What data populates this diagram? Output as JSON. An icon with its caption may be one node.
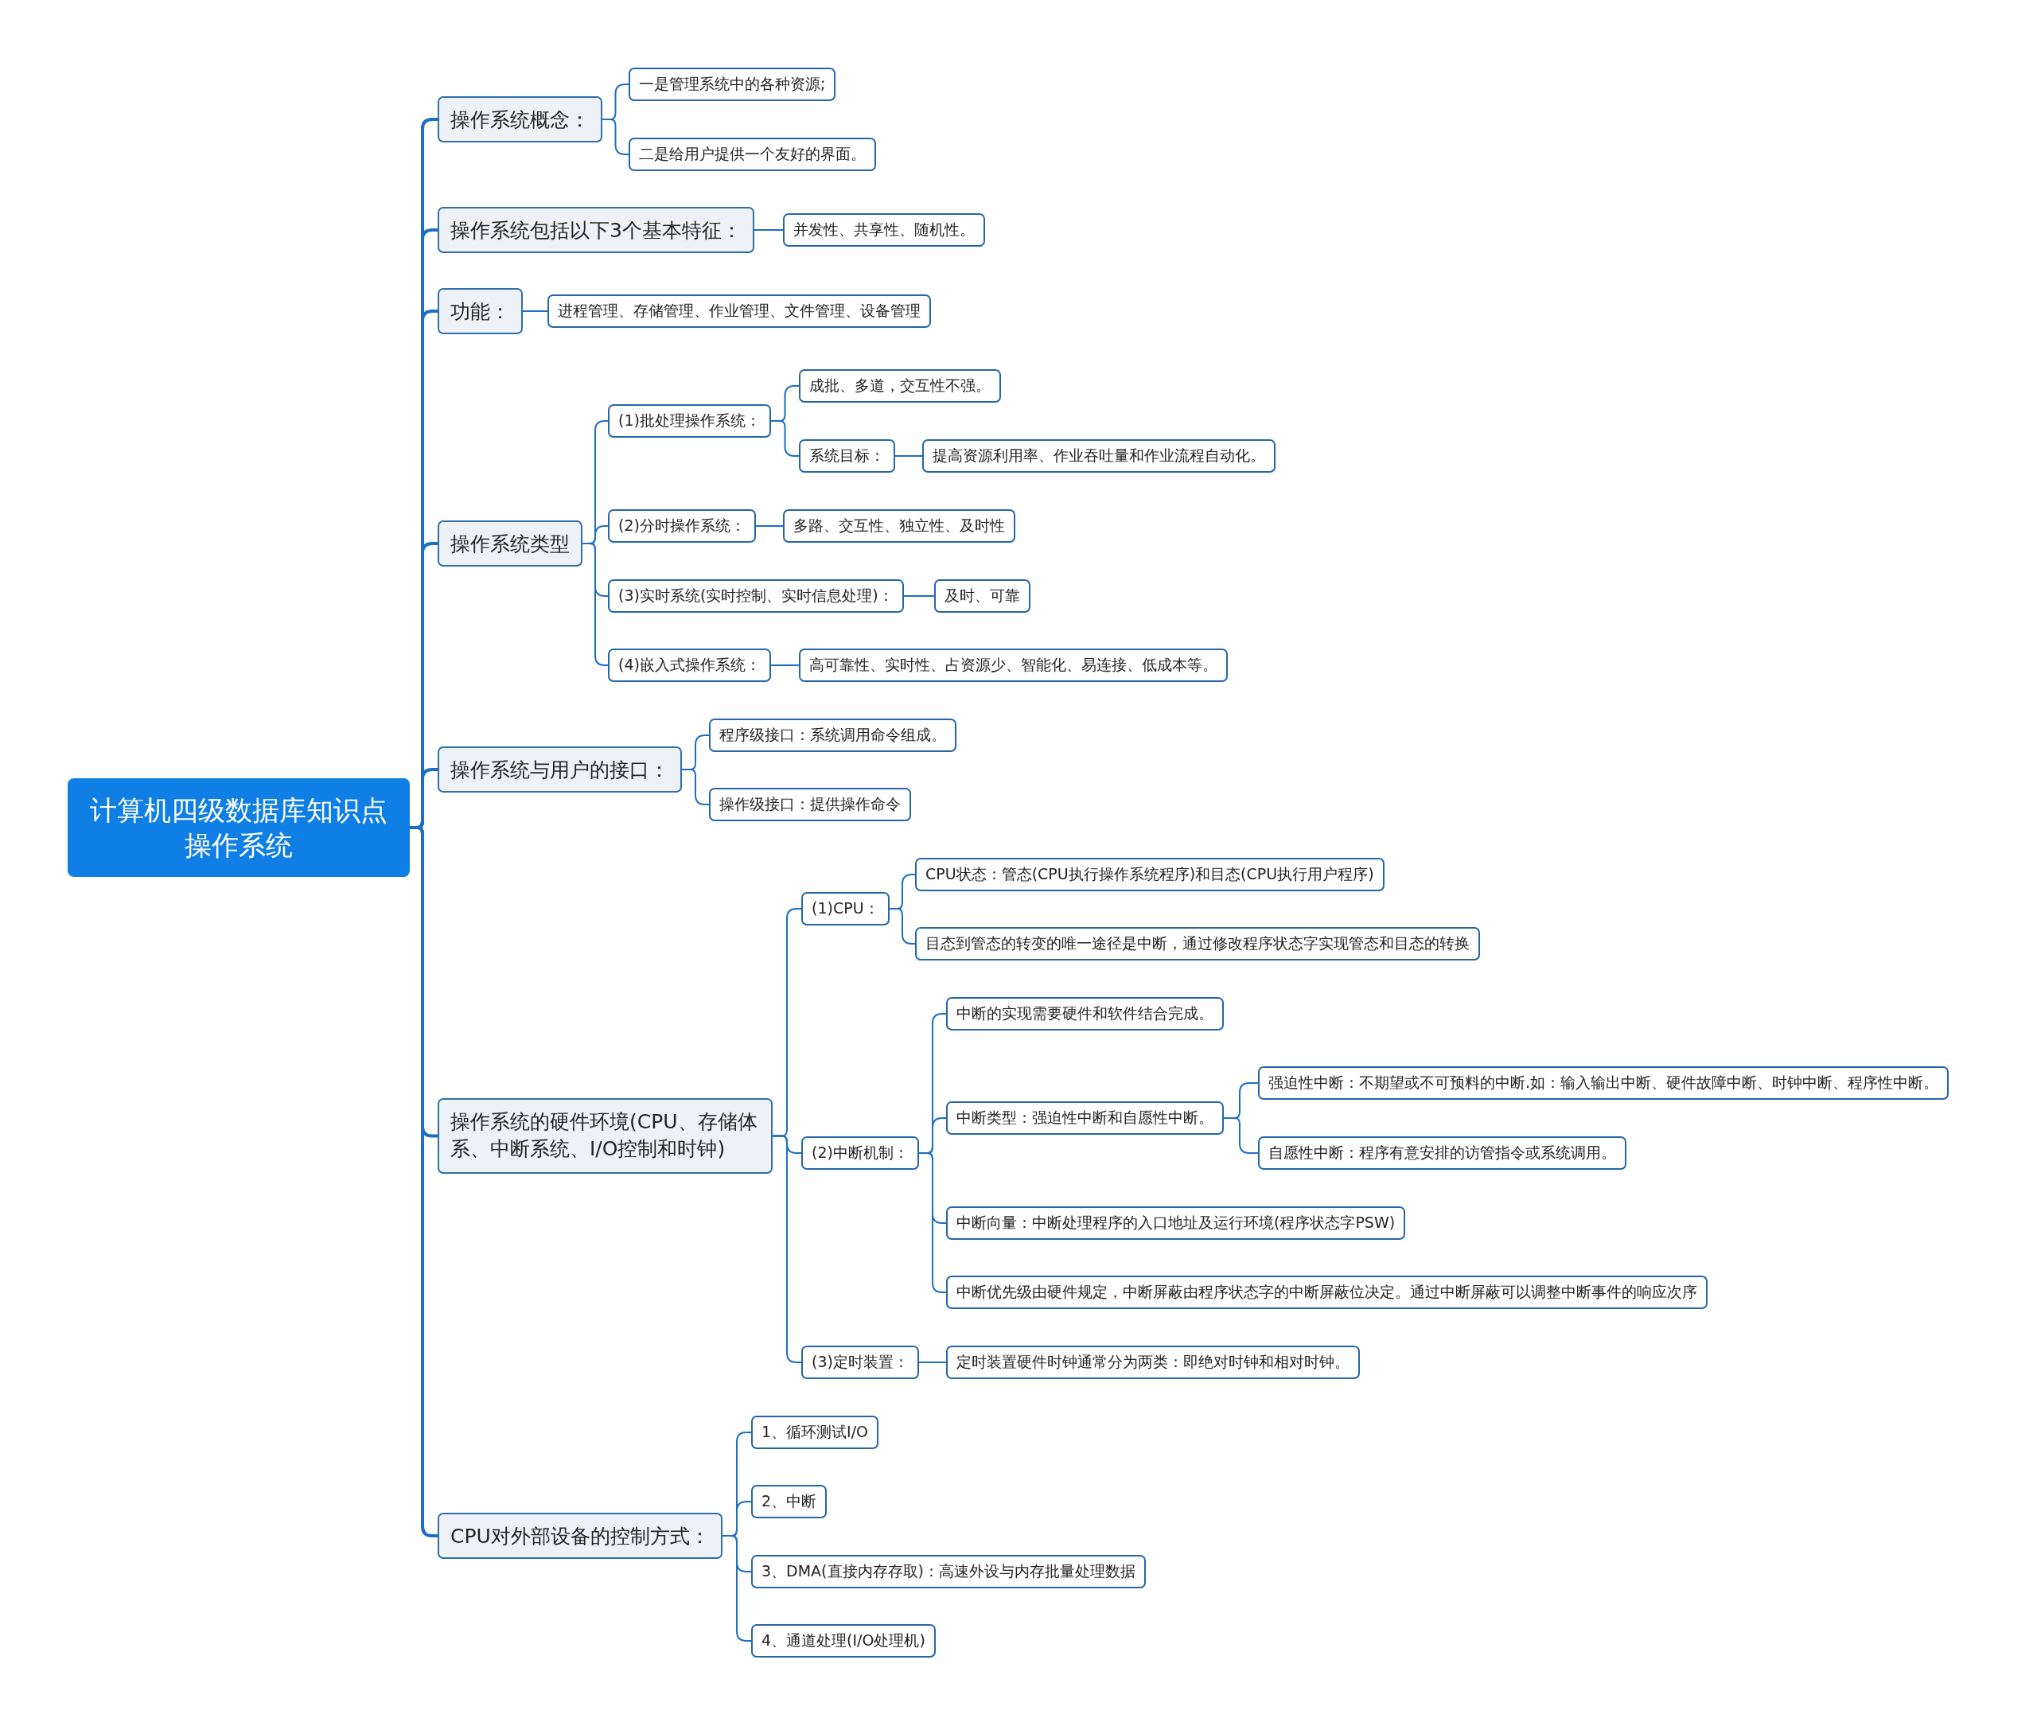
{
  "diagram": {
    "nodes": [
      {
        "text": [
          "计算机四级数据库知识点操作系统"
        ]
      },
      {
        "text": [
          "操作系统概念："
        ]
      },
      {
        "text": [
          "一是管理系统中的各种资源;"
        ]
      },
      {
        "text": [
          "二是给用户提供一个友好的界面。"
        ]
      },
      {
        "text": [
          "操作系统包括以下3个基本特征："
        ]
      },
      {
        "text": [
          "并发性、共享性、随机性。"
        ]
      },
      {
        "text": [
          "功能："
        ]
      },
      {
        "text": [
          "进程管理、存储管理、作业管理、文件管理、设备管理"
        ]
      },
      {
        "text": [
          "操作系统类型"
        ]
      },
      {
        "text": [
          "(1)批处理操作系统："
        ]
      },
      {
        "text": [
          "成批、多道，交互性不强。"
        ]
      },
      {
        "text": [
          "系统目标："
        ]
      },
      {
        "text": [
          "提高资源利用率、作业吞吐量和作业流程自动化。"
        ]
      },
      {
        "text": [
          "(2)分时操作系统："
        ]
      },
      {
        "text": [
          "多路、交互性、独立性、及时性"
        ]
      },
      {
        "text": [
          "(3)实时系统(实时控制、实时信息处理)："
        ]
      },
      {
        "text": [
          "及时、可靠"
        ]
      },
      {
        "text": [
          "(4)嵌入式操作系统："
        ]
      },
      {
        "text": [
          "高可靠性、实时性、占资源少、智能化、易连接、低成本等。"
        ]
      },
      {
        "text": [
          "操作系统与用户的接口："
        ]
      },
      {
        "text": [
          "程序级接口：系统调用命令组成。"
        ]
      },
      {
        "text": [
          "操作级接口：提供操作命令"
        ]
      },
      {
        "text": [
          "操作系统的硬件环境(CPU、存储体系、中断系统、I/O控制和时钟)"
        ]
      },
      {
        "text": [
          "(1)CPU："
        ]
      },
      {
        "text": [
          "CPU状态：管态(CPU执行操作系统程序)和目态(CPU执行用户程序)"
        ]
      },
      {
        "text": [
          "目态到管态的转变的唯一途径是中断，通过修改程序状态字实现管态和目态的转换"
        ]
      },
      {
        "text": [
          "(2)中断机制："
        ]
      },
      {
        "text": [
          "中断的实现需要硬件和软件结合完成。"
        ]
      },
      {
        "text": [
          "中断类型：强迫性中断和自愿性中断。"
        ]
      },
      {
        "text": [
          "强迫性中断：不期望或不可预料的中断.如：输入输出中断、硬件故障中断、时钟中断、程序性中断。"
        ]
      },
      {
        "text": [
          "自愿性中断：程序有意安排的访管指令或系统调用。"
        ]
      },
      {
        "text": [
          "中断向量：中断处理程序的入口地址及运行环境(程序状态字PSW)"
        ]
      },
      {
        "text": [
          "中断优先级由硬件规定，中断屏蔽由程序状态字的中断屏蔽位决定。通过中断屏蔽可以调整中断事件的响应次序"
        ]
      },
      {
        "text": [
          "(3)定时装置："
        ]
      },
      {
        "text": [
          "定时装置硬件时钟通常分为两类：即绝对时钟和相对时钟。"
        ]
      },
      {
        "text": [
          "CPU对外部设备的控制方式："
        ]
      },
      {
        "text": [
          "1、循环测试I/O"
        ]
      },
      {
        "text": [
          "2、中断"
        ]
      },
      {
        "text": [
          "3、DMA(直接内存存取)：高速外设与内存批量处理数据"
        ]
      },
      {
        "text": [
          "4、通道处理(I/O处理机)"
        ]
      }
    ],
    "edges": [
      {
        "from": 0,
        "to": 1,
        "arrow": "none"
      },
      {
        "from": 1,
        "to": 2,
        "arrow": "none"
      },
      {
        "from": 1,
        "to": 3,
        "arrow": "none"
      },
      {
        "from": 0,
        "to": 4,
        "arrow": "none"
      },
      {
        "from": 4,
        "to": 5,
        "arrow": "none"
      },
      {
        "from": 0,
        "to": 6,
        "arrow": "none"
      },
      {
        "from": 6,
        "to": 7,
        "arrow": "none"
      },
      {
        "from": 0,
        "to": 8,
        "arrow": "none"
      },
      {
        "from": 8,
        "to": 9,
        "arrow": "none"
      },
      {
        "from": 9,
        "to": 10,
        "arrow": "none"
      },
      {
        "from": 9,
        "to": 11,
        "arrow": "none"
      },
      {
        "from": 11,
        "to": 12,
        "arrow": "none"
      },
      {
        "from": 8,
        "to": 13,
        "arrow": "none"
      },
      {
        "from": 13,
        "to": 14,
        "arrow": "none"
      },
      {
        "from": 8,
        "to": 15,
        "arrow": "none"
      },
      {
        "from": 15,
        "to": 16,
        "arrow": "none"
      },
      {
        "from": 8,
        "to": 17,
        "arrow": "none"
      },
      {
        "from": 17,
        "to": 18,
        "arrow": "none"
      },
      {
        "from": 0,
        "to": 19,
        "arrow": "none"
      },
      {
        "from": 19,
        "to": 20,
        "arrow": "none"
      },
      {
        "from": 19,
        "to": 21,
        "arrow": "none"
      },
      {
        "from": 0,
        "to": 22,
        "arrow": "none"
      },
      {
        "from": 22,
        "to": 23,
        "arrow": "none"
      },
      {
        "from": 23,
        "to": 24,
        "arrow": "none"
      },
      {
        "from": 23,
        "to": 25,
        "arrow": "none"
      },
      {
        "from": 22,
        "to": 26,
        "arrow": "none"
      },
      {
        "from": 26,
        "to": 27,
        "arrow": "none"
      },
      {
        "from": 26,
        "to": 28,
        "arrow": "none"
      },
      {
        "from": 28,
        "to": 29,
        "arrow": "none"
      },
      {
        "from": 28,
        "to": 30,
        "arrow": "none"
      },
      {
        "from": 26,
        "to": 31,
        "arrow": "none"
      },
      {
        "from": 26,
        "to": 32,
        "arrow": "none"
      },
      {
        "from": 22,
        "to": 33,
        "arrow": "none"
      },
      {
        "from": 33,
        "to": 34,
        "arrow": "none"
      },
      {
        "from": 0,
        "to": 35,
        "arrow": "none"
      },
      {
        "from": 35,
        "to": 36,
        "arrow": "none"
      },
      {
        "from": 35,
        "to": 37,
        "arrow": "none"
      },
      {
        "from": 35,
        "to": 38,
        "arrow": "none"
      },
      {
        "from": 35,
        "to": 39,
        "arrow": "none"
      }
    ]
  }
}
